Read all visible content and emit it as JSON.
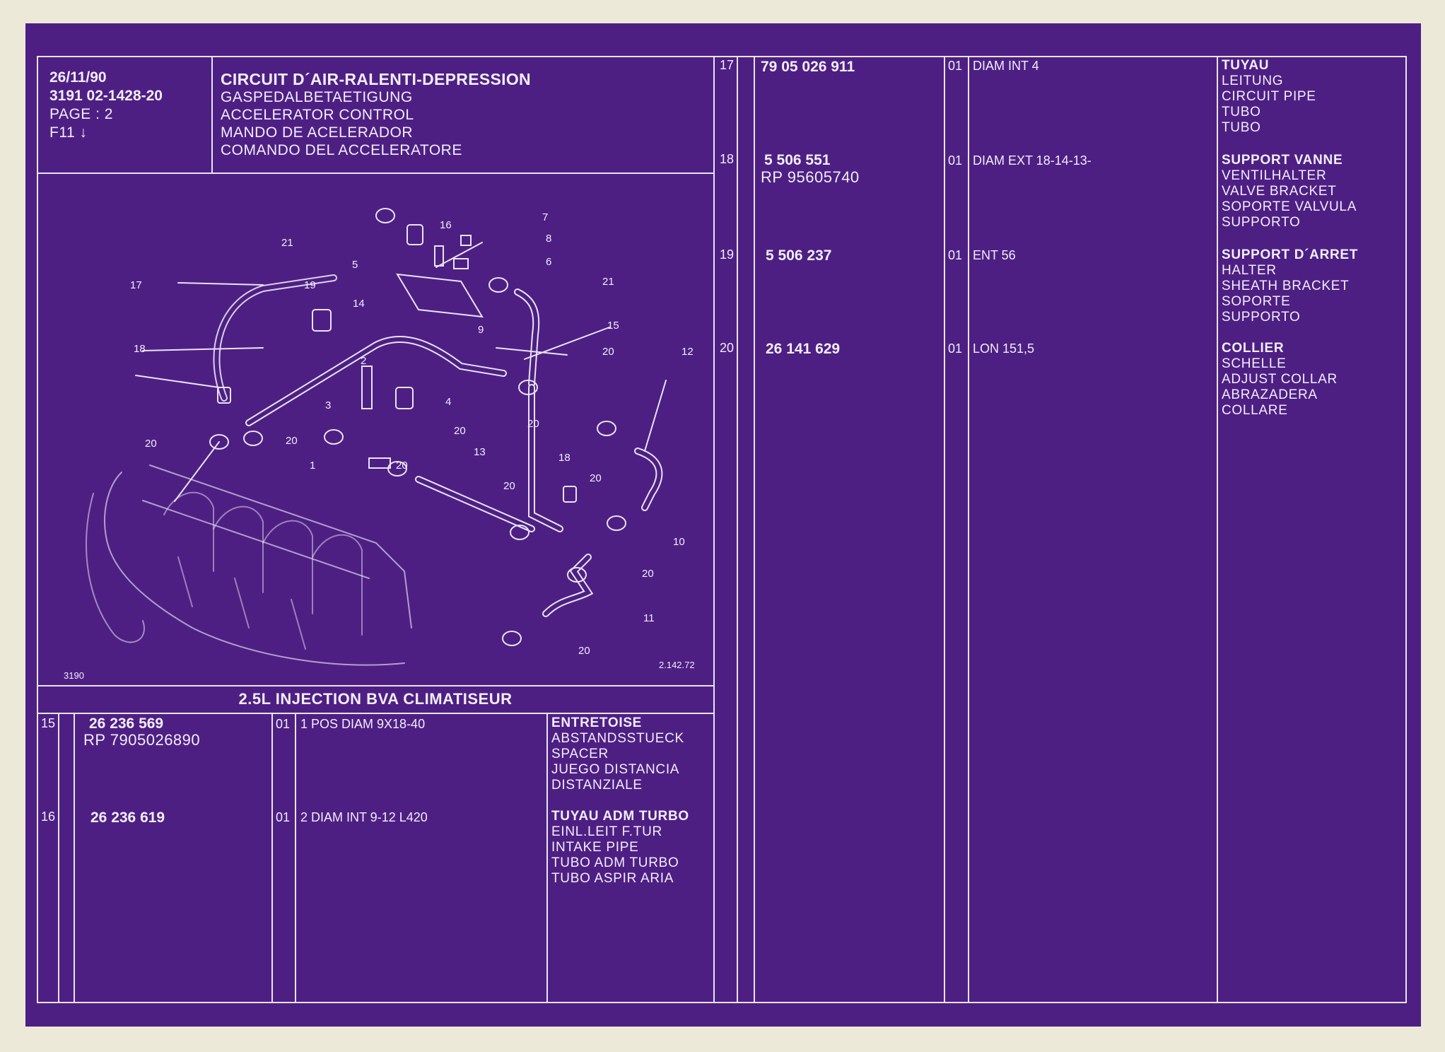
{
  "header": {
    "date": "26/11/90",
    "ref_code": "3191  02-1428-20",
    "page": "PAGE : 2",
    "figure": "F11 ↓",
    "title": "CIRCUIT D´AIR-RALENTI-DEPRESSION",
    "translations": [
      "GASPEDALBETAETIGUNG",
      "ACCELERATOR CONTROL",
      "MANDO DE ACELERADOR",
      "COMANDO DEL ACCELERATORE"
    ]
  },
  "diagram": {
    "callouts": [
      "1",
      "2",
      "3",
      "4",
      "5",
      "6",
      "7",
      "8",
      "9",
      "10",
      "11",
      "12",
      "13",
      "14",
      "15",
      "16",
      "17",
      "18",
      "18",
      "19",
      "20",
      "20",
      "20",
      "20",
      "20",
      "20",
      "20",
      "20",
      "20",
      "20",
      "21",
      "21"
    ],
    "figure_code": "3190",
    "drawing_ref": "2.142.72"
  },
  "section_title": "2.5L INJECTION BVA CLIMATISEUR",
  "items": [
    {
      "no": "15",
      "part": "26 236 569",
      "rp": "RP  7905026890",
      "qty": "01",
      "spec": "1 POS DIAM 9X18-40",
      "names": [
        "ENTRETOISE",
        "ABSTANDSSTUECK",
        "SPACER",
        "JUEGO DISTANCIA",
        "DISTANZIALE"
      ]
    },
    {
      "no": "16",
      "part": "26 236 619",
      "rp": "",
      "qty": "01",
      "spec": "2 DIAM INT 9-12 L420",
      "names": [
        "TUYAU ADM TURBO",
        "EINL.LEIT F.TUR",
        "INTAKE PIPE",
        "TUBO ADM TURBO",
        "TUBO ASPIR ARIA"
      ]
    },
    {
      "no": "17",
      "part": "79 05 026 911",
      "rp": "",
      "qty": "01",
      "spec": "DIAM INT 4",
      "names": [
        "TUYAU",
        "LEITUNG",
        "CIRCUIT PIPE",
        "TUBO",
        "TUBO"
      ]
    },
    {
      "no": "18",
      "part": "5 506 551",
      "rp": "RP  95605740",
      "qty": "01",
      "spec": "DIAM EXT 18-14-13-",
      "names": [
        "SUPPORT VANNE",
        "VENTILHALTER",
        "VALVE BRACKET",
        "SOPORTE VALVULA",
        "SUPPORTO"
      ]
    },
    {
      "no": "19",
      "part": "5 506 237",
      "rp": "",
      "qty": "01",
      "spec": "ENT 56",
      "names": [
        "SUPPORT D´ARRET",
        "HALTER",
        "SHEATH BRACKET",
        "SOPORTE",
        "SUPPORTO"
      ]
    },
    {
      "no": "20",
      "part": "26 141 629",
      "rp": "",
      "qty": "01",
      "spec": "LON 151,5",
      "names": [
        "COLLIER",
        "SCHELLE",
        "ADJUST COLLAR",
        "ABRAZADERA",
        "COLLARE"
      ]
    }
  ]
}
